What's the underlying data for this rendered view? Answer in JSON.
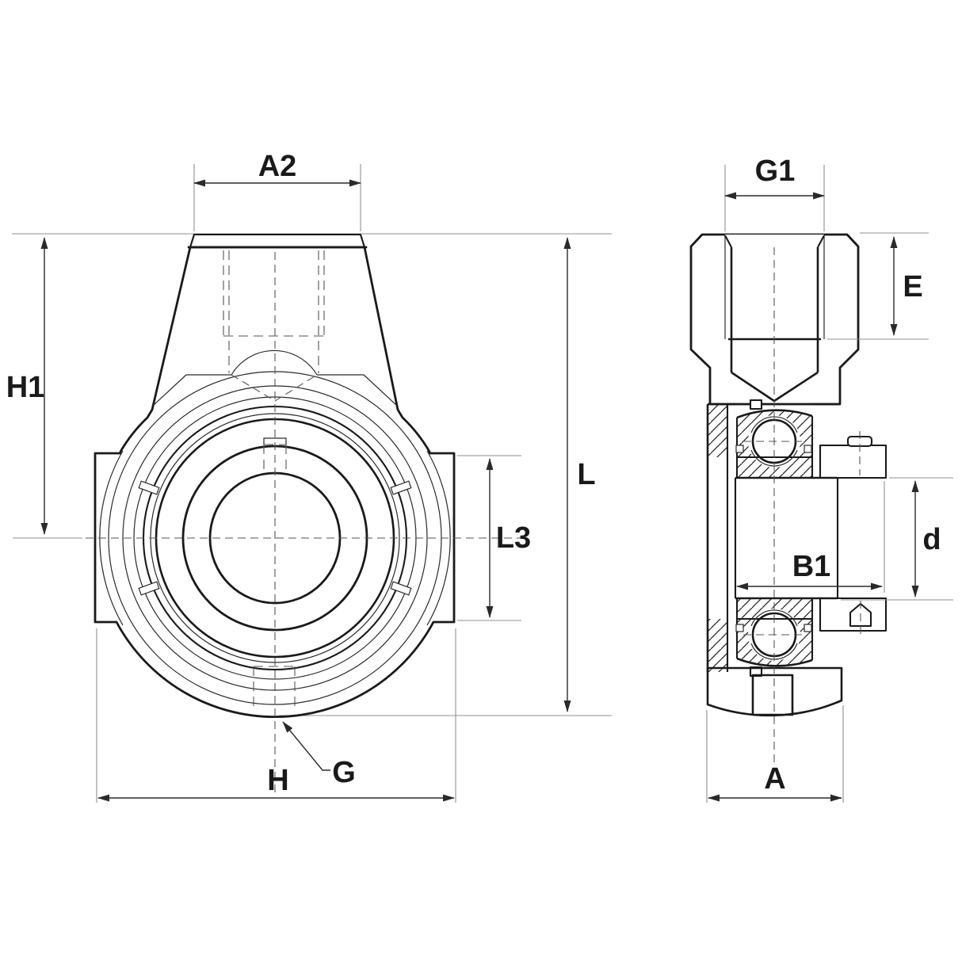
{
  "drawing": {
    "description": "Hanger bearing unit technical dimension drawing with two orthographic views",
    "background_color": "#ffffff",
    "line_color": "#1a1a1a",
    "front_view": {
      "name": "front-view",
      "dimension_labels": {
        "a2": "A2",
        "h1": "H1",
        "l": "L",
        "l3": "L3",
        "h": "H",
        "g": "G"
      }
    },
    "side_view": {
      "name": "side-section-view",
      "dimension_labels": {
        "g1": "G1",
        "e": "E",
        "d": "d",
        "b1": "B1",
        "a": "A"
      }
    }
  }
}
